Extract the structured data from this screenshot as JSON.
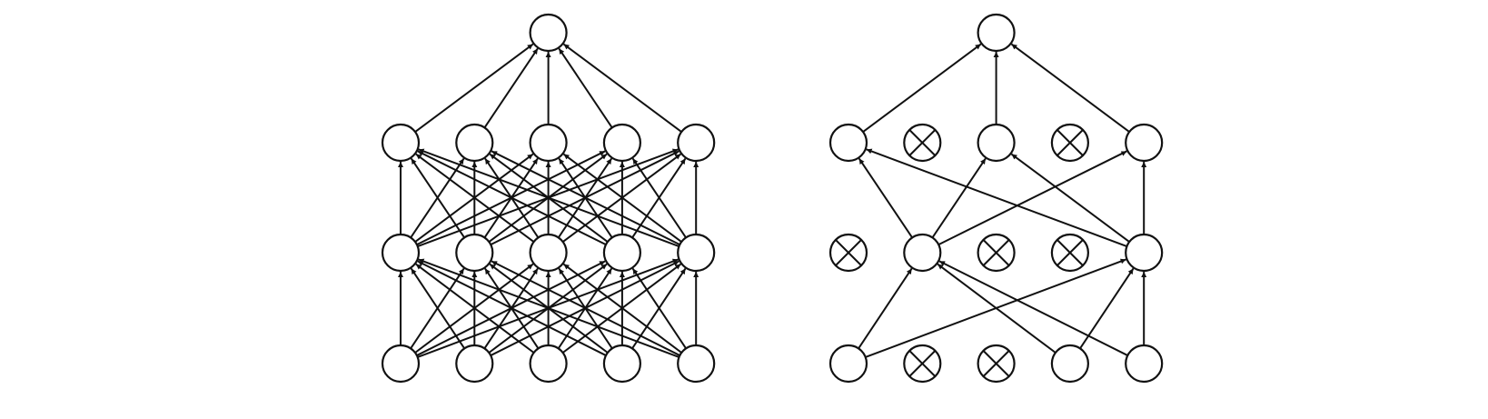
{
  "diagram": {
    "networks": [
      {
        "name": "standard-neural-net",
        "layers": [
          {
            "count": 5,
            "dropped": []
          },
          {
            "count": 5,
            "dropped": []
          },
          {
            "count": 5,
            "dropped": []
          },
          {
            "count": 1,
            "dropped": []
          }
        ],
        "edges": [
          {
            "from_layer": 0,
            "pairs": "full"
          },
          {
            "from_layer": 1,
            "pairs": "full"
          },
          {
            "from_layer": 2,
            "pairs": "full"
          }
        ]
      },
      {
        "name": "after-dropout-net",
        "layers": [
          {
            "count": 5,
            "dropped": [
              1,
              2
            ]
          },
          {
            "count": 5,
            "dropped": [
              0,
              2,
              3
            ]
          },
          {
            "count": 5,
            "dropped": [
              1,
              3
            ]
          },
          {
            "count": 1,
            "dropped": []
          }
        ],
        "edges": [
          {
            "from_layer": 0,
            "pairs": [
              [
                0,
                1
              ],
              [
                0,
                4
              ],
              [
                3,
                1
              ],
              [
                3,
                4
              ],
              [
                4,
                1
              ],
              [
                4,
                4
              ]
            ]
          },
          {
            "from_layer": 1,
            "pairs": [
              [
                1,
                0
              ],
              [
                1,
                2
              ],
              [
                1,
                4
              ],
              [
                4,
                0
              ],
              [
                4,
                2
              ],
              [
                4,
                4
              ]
            ]
          },
          {
            "from_layer": 2,
            "pairs": [
              [
                0,
                0
              ],
              [
                2,
                0
              ],
              [
                4,
                0
              ]
            ]
          }
        ]
      }
    ],
    "colors": {
      "stroke": "#111111",
      "fill": "#ffffff"
    }
  }
}
